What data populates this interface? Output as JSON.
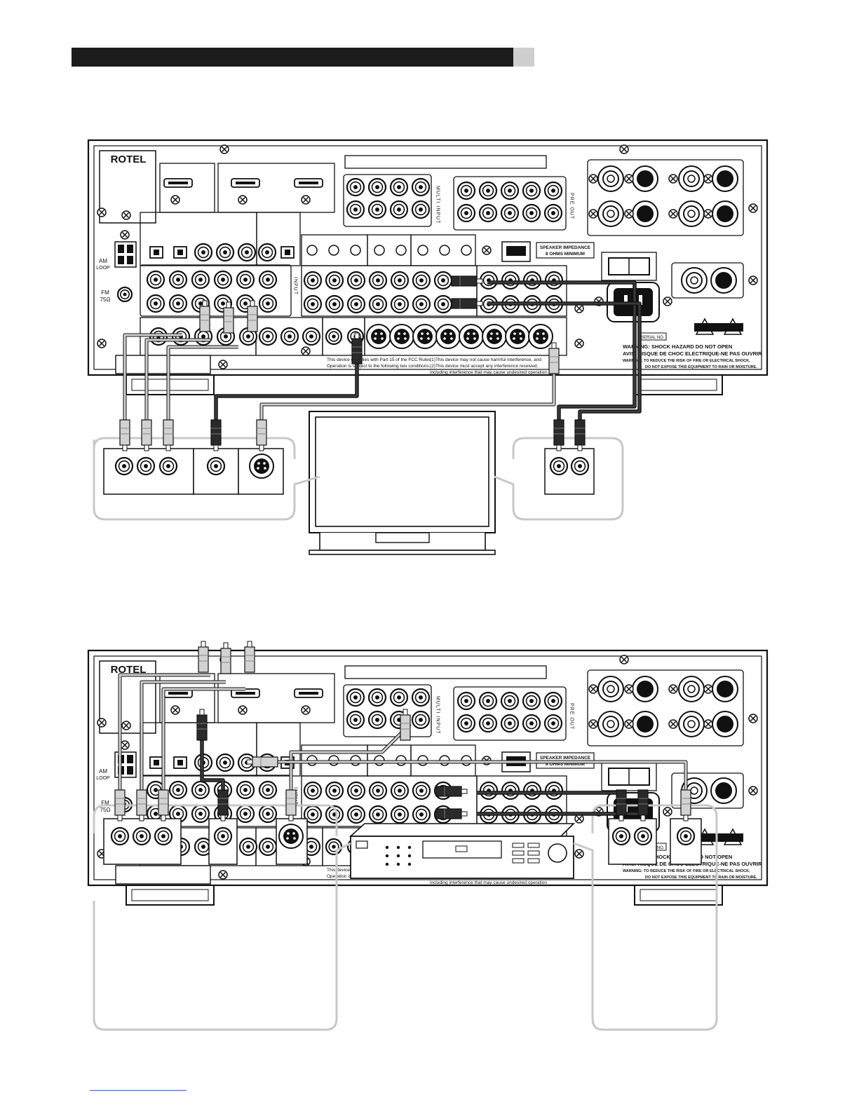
{
  "brand": "ROTEL",
  "labels": {
    "multi_input": "MULTI INPUT",
    "pre_out": "PRE OUT",
    "input": "INPUT",
    "am_loop_1": "AM",
    "am_loop_2": "LOOP",
    "fm_1": "FM",
    "fm_2": "75Ω",
    "speaker_impedance_1": "SPEAKER IMPEDANCE",
    "speaker_impedance_2": "8 OHMS MINIMUM",
    "serial_no": "SERIAL NO.",
    "fcc_left_1": "This device complies with Part 15 of the FCC Rules",
    "fcc_left_2": "Operation is subject to the following two conditions.",
    "fcc_right_1": "(1)This device may not cause harmful interference, and",
    "fcc_right_2": "(2)This device must accept any interference received,",
    "fcc_right_3": "including interference that may cause undesired operation",
    "warning_1": "WARNING:  SHOCK HAZARD DO NOT OPEN",
    "warning_2": "AVIS: RISQUE DE CHOC ELECTRIQUE-NE PAS OUVRIR",
    "warning_3": "WARNING: TO REDUCE THE RISK OF FIRE OR ELECTRICAL SHOCK,",
    "warning_4": "DO NOT EXPOSE THIS EQUIPMENT TO RAIN OR MOISTURE."
  },
  "colors": {
    "cable_light": "#c4c4c4",
    "cable_dark": "#2a2a2a",
    "panel_line": "#111111",
    "device_outline": "#c8c8c8"
  },
  "diagrams": [
    {
      "connected_device": "tv-monitor"
    },
    {
      "connected_device": "video-source-deck"
    }
  ]
}
